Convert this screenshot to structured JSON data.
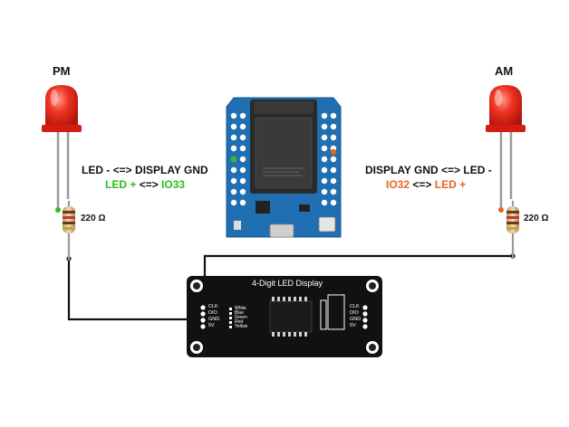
{
  "leds": {
    "left": {
      "label": "PM",
      "color": "#e8251c"
    },
    "right": {
      "label": "AM",
      "color": "#e8251c"
    }
  },
  "resistors": {
    "left": {
      "value": "220 Ω"
    },
    "right": {
      "value": "220 Ω"
    }
  },
  "notes": {
    "left": {
      "line1": "LED - <=> DISPLAY GND",
      "line2_a": "LED +",
      "line2_sep": "<=>",
      "line2_b": "IO33",
      "accent": "#2bbf1c"
    },
    "right": {
      "line1": "DISPLAY GND <=> LED -",
      "line2_a": "IO32",
      "line2_sep": "<=>",
      "line2_b": "LED +",
      "accent": "#e8641e"
    }
  },
  "display": {
    "title": "4-Digit LED Display",
    "pins_left": [
      "CLK",
      "DIO",
      "GND",
      "5V"
    ],
    "pins_right": [
      "CLK",
      "DIO",
      "GND",
      "5V"
    ],
    "legend": [
      "White",
      "Blue",
      "Green",
      "Red",
      "Yellow"
    ],
    "board_color": "#111111"
  },
  "board": {
    "pcb_color": "#1f6fb2",
    "module_color": "#2a2a2a"
  },
  "wire_color": "#111111"
}
